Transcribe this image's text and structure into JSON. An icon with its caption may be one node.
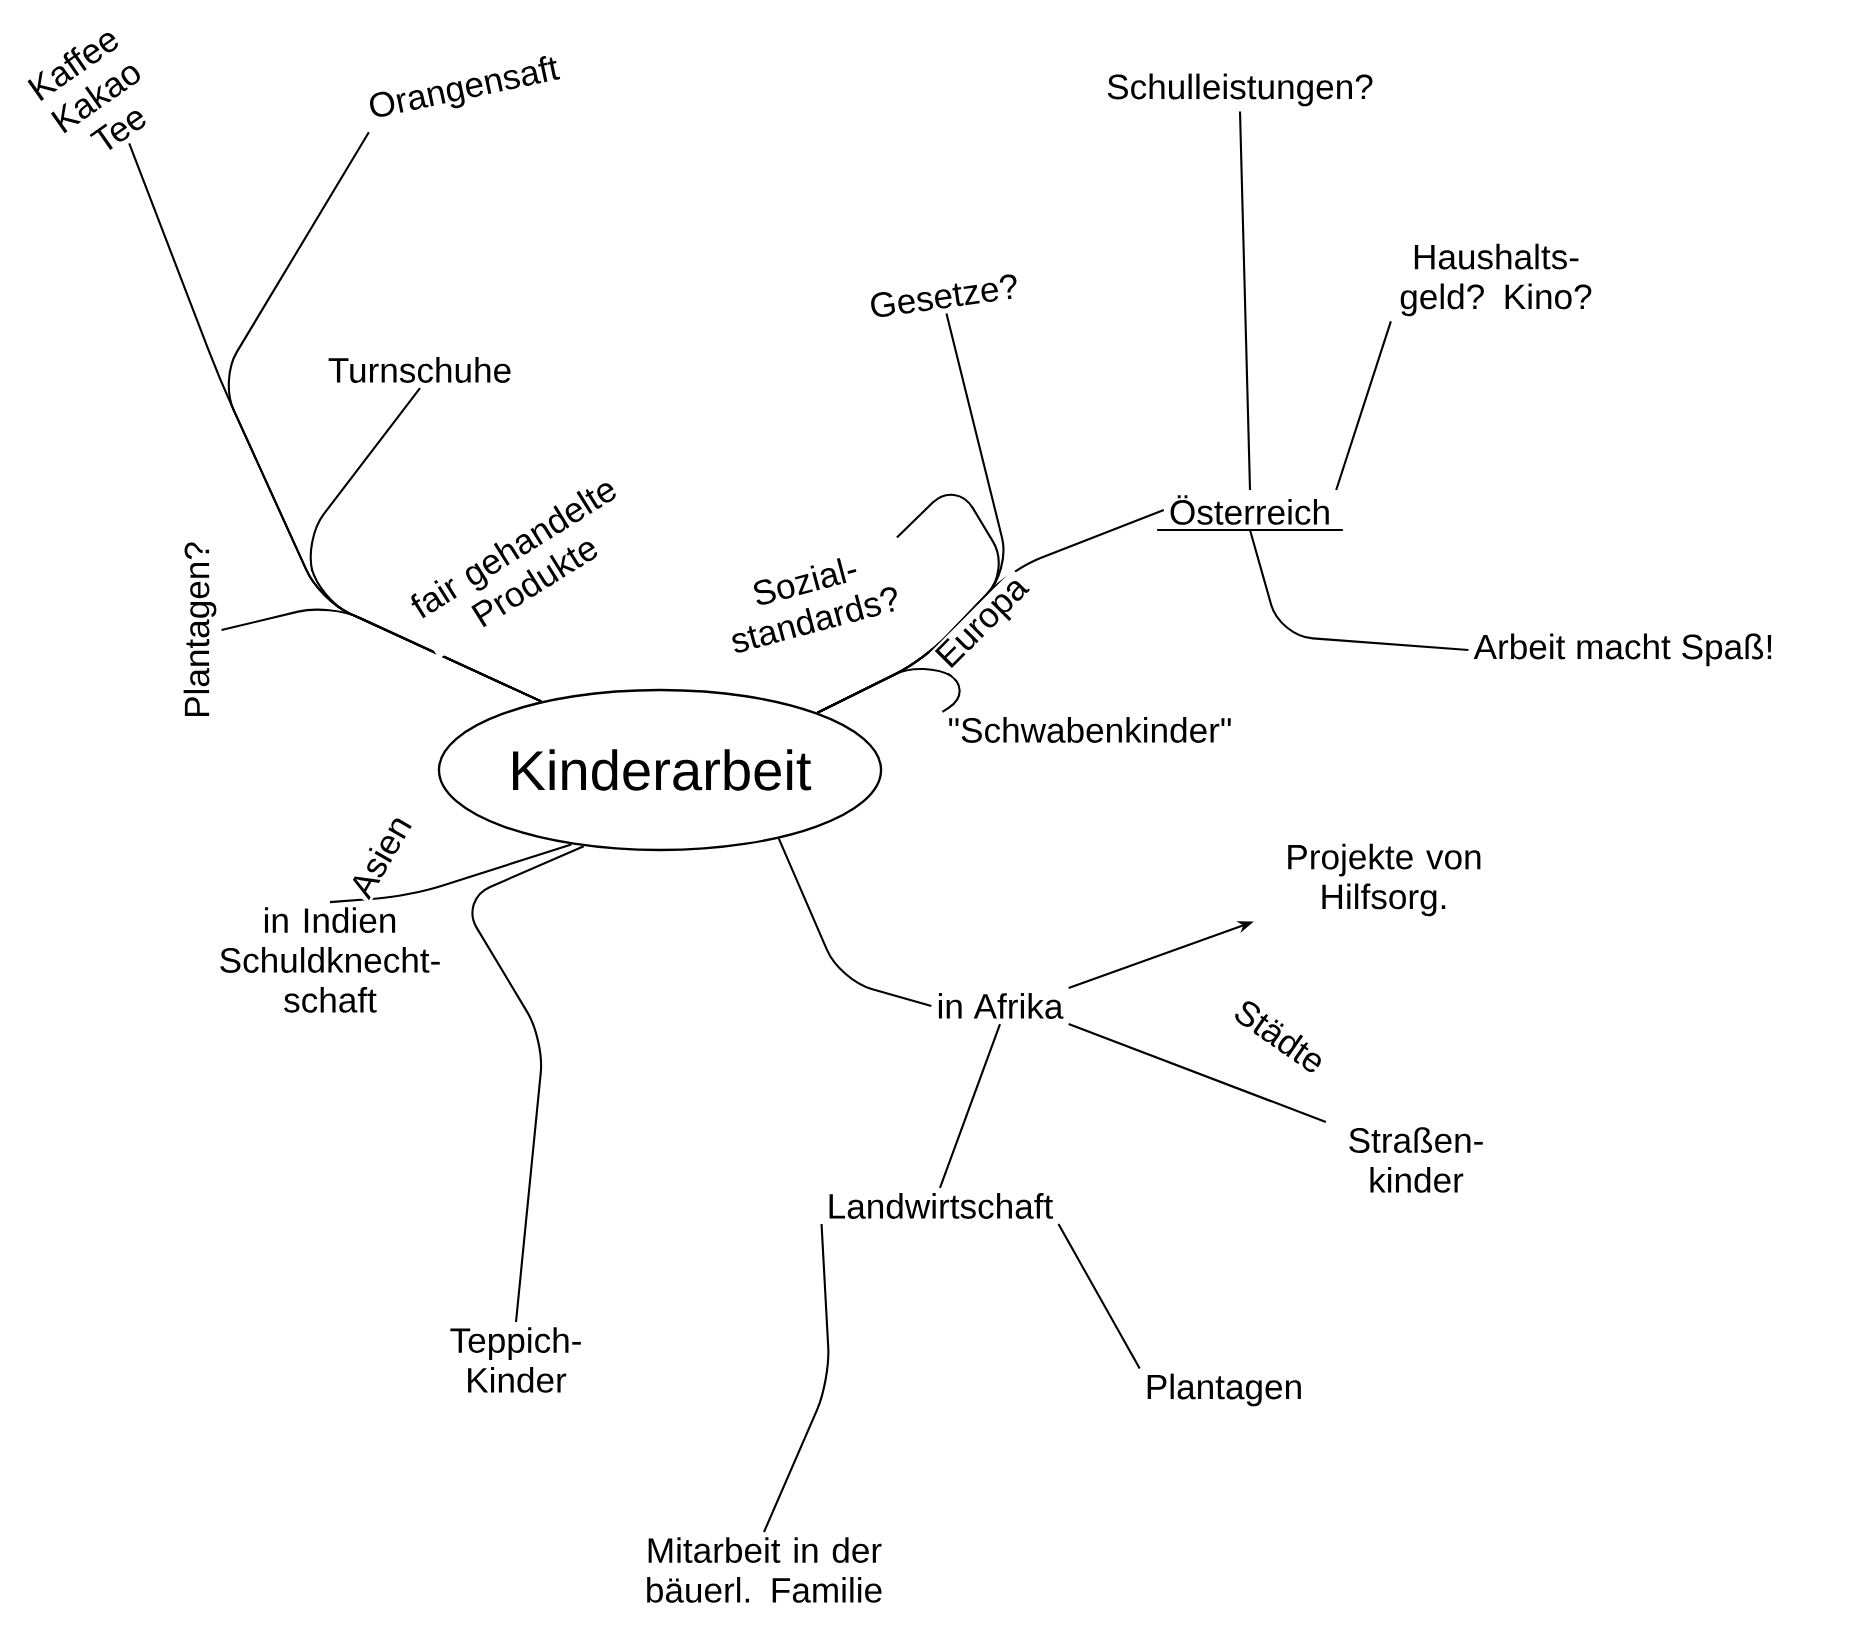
{
  "diagram": {
    "nodes": [
      {
        "text": [
          "Kinderarbeit"
        ]
      },
      {
        "text": [
          "Kaffee Kakao Tee"
        ]
      },
      {
        "text": [
          "Orangensaft"
        ]
      },
      {
        "text": [
          "Turnschuhe"
        ]
      },
      {
        "text": [
          "Plantagen?"
        ]
      },
      {
        "text": [
          "Sozial- standards?"
        ]
      },
      {
        "text": [
          "Gesetze?"
        ]
      },
      {
        "text": [
          "Österreich"
        ]
      },
      {
        "text": [
          "Schulleistungen?"
        ]
      },
      {
        "text": [
          "Haushalts- geld? Kino?"
        ]
      },
      {
        "text": [
          "Arbeit macht Spaß!"
        ]
      },
      {
        "text": [
          "\"Schwabenkinder\""
        ]
      },
      {
        "text": [
          "in Indien",
          "Schuldknecht- schaft"
        ]
      },
      {
        "text": [
          "Teppich- Kinder"
        ]
      },
      {
        "text": [
          "in Afrika"
        ]
      },
      {
        "text": [
          "Projekte von Hilfsorg."
        ]
      },
      {
        "text": [
          "Straßen- kinder"
        ]
      },
      {
        "text": [
          "Landwirtschaft"
        ]
      },
      {
        "text": [
          "Plantagen"
        ]
      },
      {
        "text": [
          "Mitarbeit in der bäuerl. Familie"
        ]
      }
    ],
    "edges": [
      {
        "from": 0,
        "to": 1,
        "arrow": "none",
        "label": "fair gehandelte Produkte"
      },
      {
        "from": 0,
        "to": 2,
        "arrow": "none"
      },
      {
        "from": 0,
        "to": 3,
        "arrow": "none"
      },
      {
        "from": 0,
        "to": 4,
        "arrow": "none"
      },
      {
        "from": 0,
        "to": 7,
        "arrow": "none",
        "label": "Europa"
      },
      {
        "from": 0,
        "to": 5,
        "arrow": "none"
      },
      {
        "from": 0,
        "to": 6,
        "arrow": "none"
      },
      {
        "from": 0,
        "to": 11,
        "arrow": "none"
      },
      {
        "from": 7,
        "to": 8,
        "arrow": "none"
      },
      {
        "from": 7,
        "to": 9,
        "arrow": "none"
      },
      {
        "from": 7,
        "to": 10,
        "arrow": "none"
      },
      {
        "from": 0,
        "to": 12,
        "arrow": "none",
        "label": "Asien"
      },
      {
        "from": 0,
        "to": 13,
        "arrow": "none"
      },
      {
        "from": 0,
        "to": 14,
        "arrow": "none"
      },
      {
        "from": 14,
        "to": 15,
        "arrow": "to"
      },
      {
        "from": 14,
        "to": 16,
        "arrow": "none",
        "label": "Städte"
      },
      {
        "from": 14,
        "to": 17,
        "arrow": "none"
      },
      {
        "from": 17,
        "to": 18,
        "arrow": "none"
      },
      {
        "from": 17,
        "to": 19,
        "arrow": "none"
      }
    ]
  }
}
